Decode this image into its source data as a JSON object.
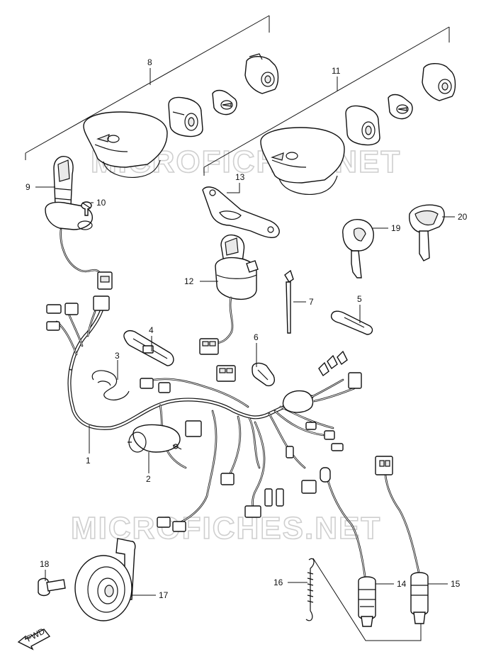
{
  "watermark": "MICROFICHES.NET",
  "fwd_label": "FWD",
  "callouts": [
    {
      "id": "1",
      "label": "1"
    },
    {
      "id": "2",
      "label": "2"
    },
    {
      "id": "3",
      "label": "3"
    },
    {
      "id": "4",
      "label": "4"
    },
    {
      "id": "5",
      "label": "5"
    },
    {
      "id": "6",
      "label": "6"
    },
    {
      "id": "7",
      "label": "7"
    },
    {
      "id": "8",
      "label": "8"
    },
    {
      "id": "9",
      "label": "9"
    },
    {
      "id": "10",
      "label": "10"
    },
    {
      "id": "11",
      "label": "11"
    },
    {
      "id": "12",
      "label": "12"
    },
    {
      "id": "13",
      "label": "13"
    },
    {
      "id": "14",
      "label": "14"
    },
    {
      "id": "15",
      "label": "15"
    },
    {
      "id": "16",
      "label": "16"
    },
    {
      "id": "17",
      "label": "17"
    },
    {
      "id": "18",
      "label": "18"
    },
    {
      "id": "19",
      "label": "19"
    },
    {
      "id": "20",
      "label": "20"
    }
  ]
}
